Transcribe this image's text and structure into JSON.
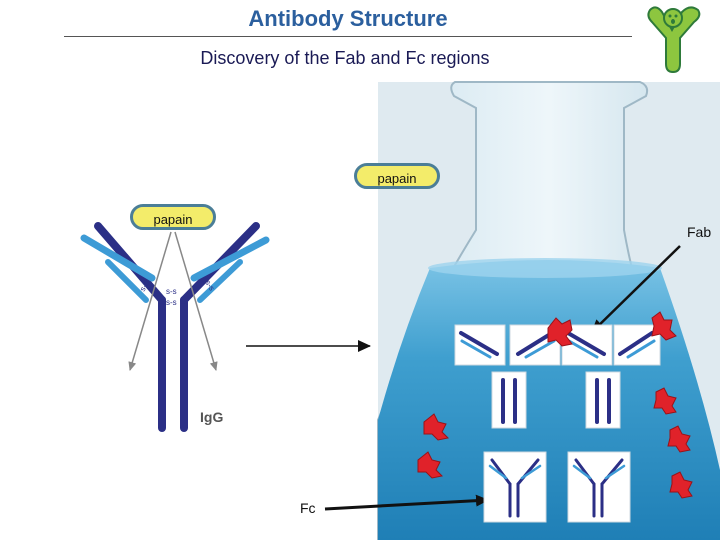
{
  "header": {
    "title": "Antibody Structure",
    "subtitle": "Discovery of the Fab and Fc regions"
  },
  "diagram": {
    "enzyme_label": "papain",
    "antibody_label": "IgG",
    "disulfide_label": "s-s",
    "fab_label": "Fab",
    "fc_label": "Fc",
    "logo_icon": "y-figure-logo-icon",
    "colors": {
      "heavy_chain": "#2b2f86",
      "light_chain": "#3d9bd6",
      "papain": "#e0222a",
      "enzyme_pill_fill": "#f3ec6a",
      "enzyme_pill_border": "#4b7e97",
      "flask_liquid": "#3f9fcf",
      "title": "#2b5f9e"
    }
  }
}
